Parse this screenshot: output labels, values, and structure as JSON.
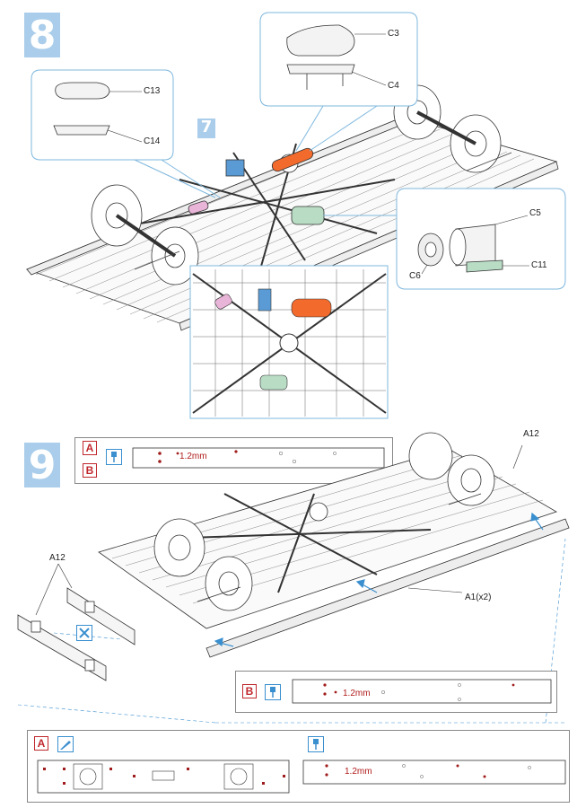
{
  "step8": {
    "number": "8",
    "sub_step": "7",
    "callouts": {
      "c3": "C3",
      "c4": "C4",
      "c13": "C13",
      "c14": "C14",
      "c5": "C5",
      "c6": "C6",
      "c11": "C11"
    }
  },
  "step9": {
    "number": "9",
    "panel_markers": [
      "A",
      "B"
    ],
    "drill_label": "1.2mm",
    "parts": {
      "a12_top": "A12",
      "a1": "A1(x2)",
      "a12_left": "A12"
    },
    "marker_b": "B",
    "marker_a": "A"
  },
  "colors": {
    "step_badge": "#a9cdea",
    "accent_blue": "#3a8fcf",
    "marker_red": "#c0282d",
    "orange_tank": "#f26a2c",
    "green_motor": "#b9dcc5",
    "pink_part": "#e8b4d8",
    "blue_part": "#5b9bd5"
  },
  "icons": [
    "drill-icon",
    "knife-icon",
    "mirror-arrows-icon"
  ]
}
